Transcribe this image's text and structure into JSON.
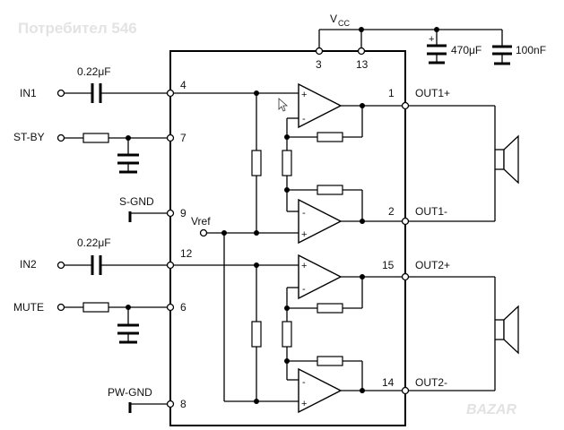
{
  "watermark": {
    "top_left": "Потребител 546",
    "bottom_right": "BAZAR"
  },
  "supply": {
    "label_main": "V",
    "label_sub": "CC"
  },
  "capacitors": {
    "input1": "0.22μF",
    "input2": "0.22μF",
    "bulk": "470μF",
    "decoupling": "100nF",
    "bulk_polarity": "+"
  },
  "inputs": {
    "in1": "IN1",
    "stby": "ST-BY",
    "sgnd": "S-GND",
    "in2": "IN2",
    "mute": "MUTE",
    "pwgnd": "PW-GND",
    "vref": "Vref"
  },
  "outputs": {
    "out1p": "OUT1+",
    "out1m": "OUT1-",
    "out2p": "OUT2+",
    "out2m": "OUT2-"
  },
  "pins": {
    "p3": "3",
    "p13": "13",
    "p4": "4",
    "p7": "7",
    "p9": "9",
    "p12": "12",
    "p6": "6",
    "p8": "8",
    "p1": "1",
    "p2": "2",
    "p15": "15",
    "p14": "14"
  },
  "amplifier_marks": {
    "plus": "+",
    "minus": "-"
  }
}
